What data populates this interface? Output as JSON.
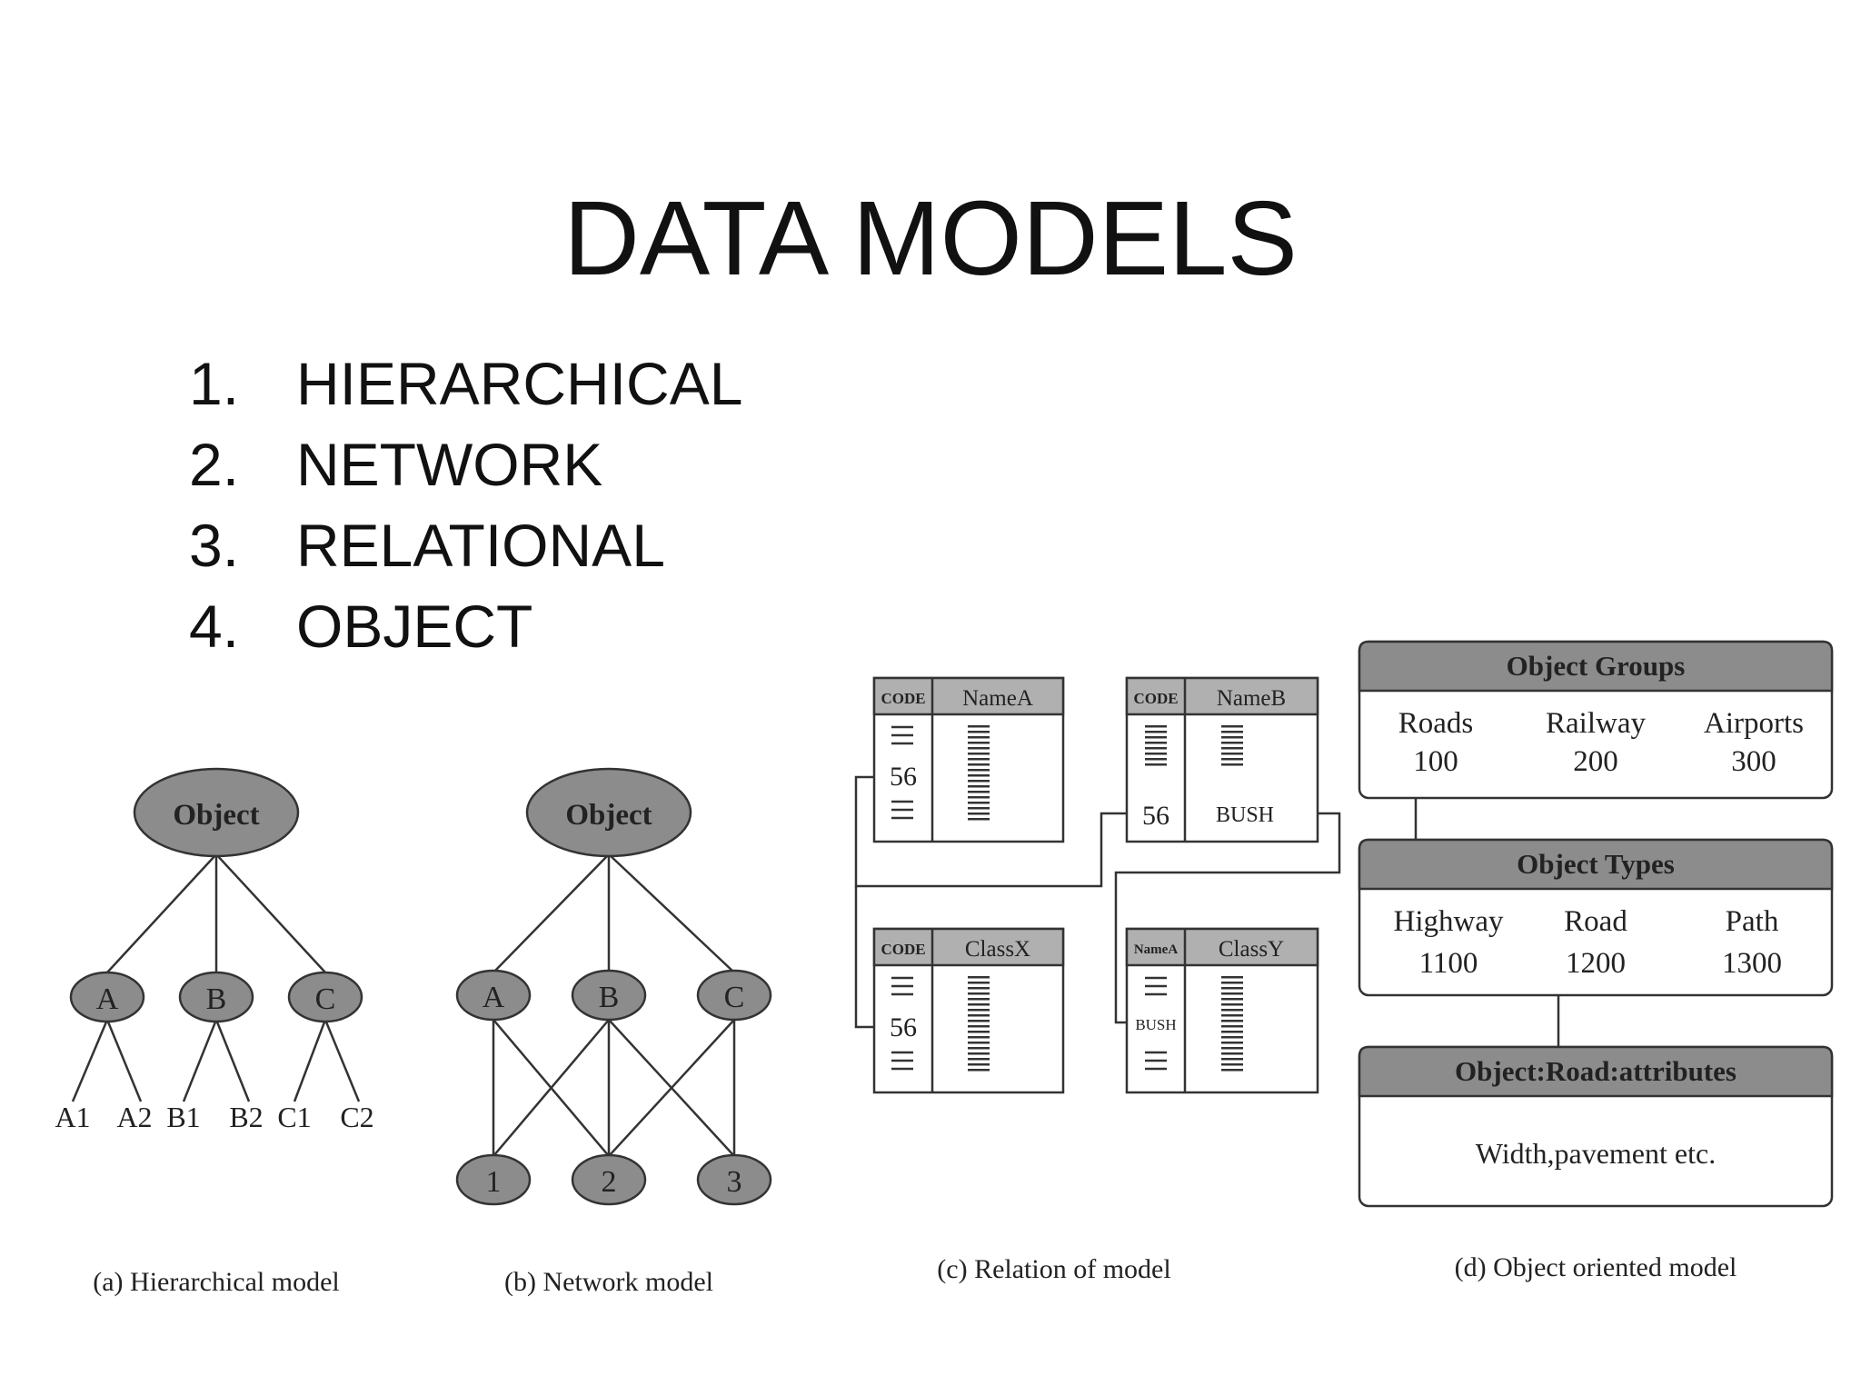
{
  "slide": {
    "title": "DATA MODELS",
    "items": [
      {
        "num": "1.",
        "label": "HIERARCHICAL"
      },
      {
        "num": "2.",
        "label": "NETWORK"
      },
      {
        "num": "3.",
        "label": "RELATIONAL"
      },
      {
        "num": "4.",
        "label": "OBJECT"
      }
    ]
  },
  "hierarchical": {
    "root": "Object",
    "nodes": [
      "A",
      "B",
      "C"
    ],
    "leaves": [
      "A1",
      "A2",
      "B1",
      "B2",
      "C1",
      "C2"
    ],
    "caption": "(a) Hierarchical model"
  },
  "network": {
    "root": "Object",
    "nodes": [
      "A",
      "B",
      "C"
    ],
    "bottom": [
      "1",
      "2",
      "3"
    ],
    "caption": "(b) Network model"
  },
  "relational": {
    "table_namea": {
      "col1": "CODE",
      "col2": "NameA",
      "value": "56"
    },
    "table_nameb": {
      "col1": "CODE",
      "col2": "NameB",
      "value": "56",
      "name": "BUSH"
    },
    "table_classx": {
      "col1": "CODE",
      "col2": "ClassX",
      "value": "56"
    },
    "table_classy": {
      "col1": "NameA",
      "col2": "ClassY",
      "name": "BUSH"
    },
    "caption": "(c) Relation of model"
  },
  "object_oriented": {
    "groups": {
      "header": "Object Groups",
      "items": [
        {
          "name": "Roads",
          "code": "100"
        },
        {
          "name": "Railway",
          "code": "200"
        },
        {
          "name": "Airports",
          "code": "300"
        }
      ]
    },
    "types": {
      "header": "Object Types",
      "items": [
        {
          "name": "Highway",
          "code": "1100"
        },
        {
          "name": "Road",
          "code": "1200"
        },
        {
          "name": "Path",
          "code": "1300"
        }
      ]
    },
    "attributes": {
      "header": "Object:Road:attributes",
      "text": "Width,pavement etc."
    },
    "caption": "(d) Object oriented model"
  }
}
